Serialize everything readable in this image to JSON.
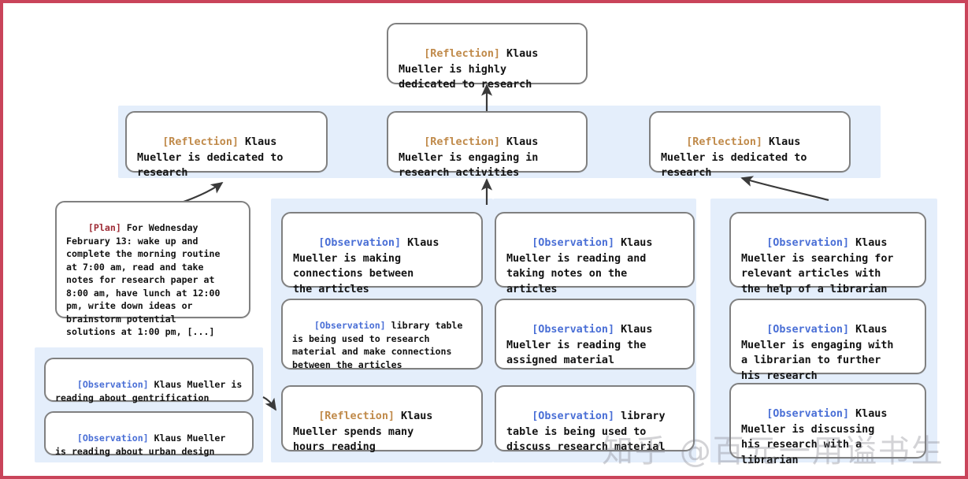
{
  "diagram": {
    "title": "Reflection tree for Klaus Mueller",
    "colors": {
      "frame_border": "#c9445a",
      "panel_background": "#e4eefb",
      "card_border": "#808080",
      "tag_reflection": "#c08a4a",
      "tag_observation": "#4a6fd6",
      "tag_plan": "#9e2b35",
      "arrow": "#3a3a3a"
    },
    "tags": {
      "reflection": "[Reflection]",
      "observation": "[Observation]",
      "plan": "[Plan]"
    }
  },
  "root": {
    "tag": "[Reflection]",
    "text": " Klaus\nMueller is highly\ndedicated to research"
  },
  "reflections": [
    {
      "tag": "[Reflection]",
      "text": " Klaus\nMueller is dedicated to\nresearch"
    },
    {
      "tag": "[Reflection]",
      "text": " Klaus\nMueller is engaging in\nresearch activities"
    },
    {
      "tag": "[Reflection]",
      "text": " Klaus\nMueller is dedicated to\nresearch"
    }
  ],
  "plan": {
    "tag": "[Plan]",
    "text": " For Wednesday\nFebruary 13: wake up and\ncomplete the morning routine\nat 7:00 am, read and take\nnotes for research paper at\n8:00 am, have lunch at 12:00\npm, write down ideas or\nbrainstorm potential\nsolutions at 1:00 pm, [...]"
  },
  "left_observations": [
    {
      "tag": "[Observation]",
      "text": " Klaus Mueller is\nreading about gentrification"
    },
    {
      "tag": "[Observation]",
      "text": " Klaus Mueller\nis reading about urban design"
    }
  ],
  "column_one": [
    {
      "tag": "[Observation]",
      "text": " Klaus\nMueller is making\nconnections between\nthe articles"
    },
    {
      "tag": "[Observation]",
      "text": " library table\nis being used to research\nmaterial and make connections\nbetween the articles"
    },
    {
      "tag": "[Reflection]",
      "text": " Klaus\nMueller spends many\nhours reading"
    }
  ],
  "column_two": [
    {
      "tag": "[Observation]",
      "text": " Klaus\nMueller is reading and\ntaking notes on the\narticles"
    },
    {
      "tag": "[Observation]",
      "text": " Klaus\nMueller is reading the\nassigned material"
    },
    {
      "tag": "[Observation]",
      "text": " library\ntable is being used to\ndiscuss research material"
    }
  ],
  "column_three": [
    {
      "tag": "[Observation]",
      "text": " Klaus\nMueller is searching for\nrelevant articles with\nthe help of a librarian"
    },
    {
      "tag": "[Observation]",
      "text": " Klaus\nMueller is engaging with\na librarian to further\nhis research"
    },
    {
      "tag": "[Observation]",
      "text": " Klaus\nMueller is discussing\nhis research with a\nlibrarian"
    }
  ],
  "watermark": {
    "text": "知乎 @百元一用谥书生"
  }
}
